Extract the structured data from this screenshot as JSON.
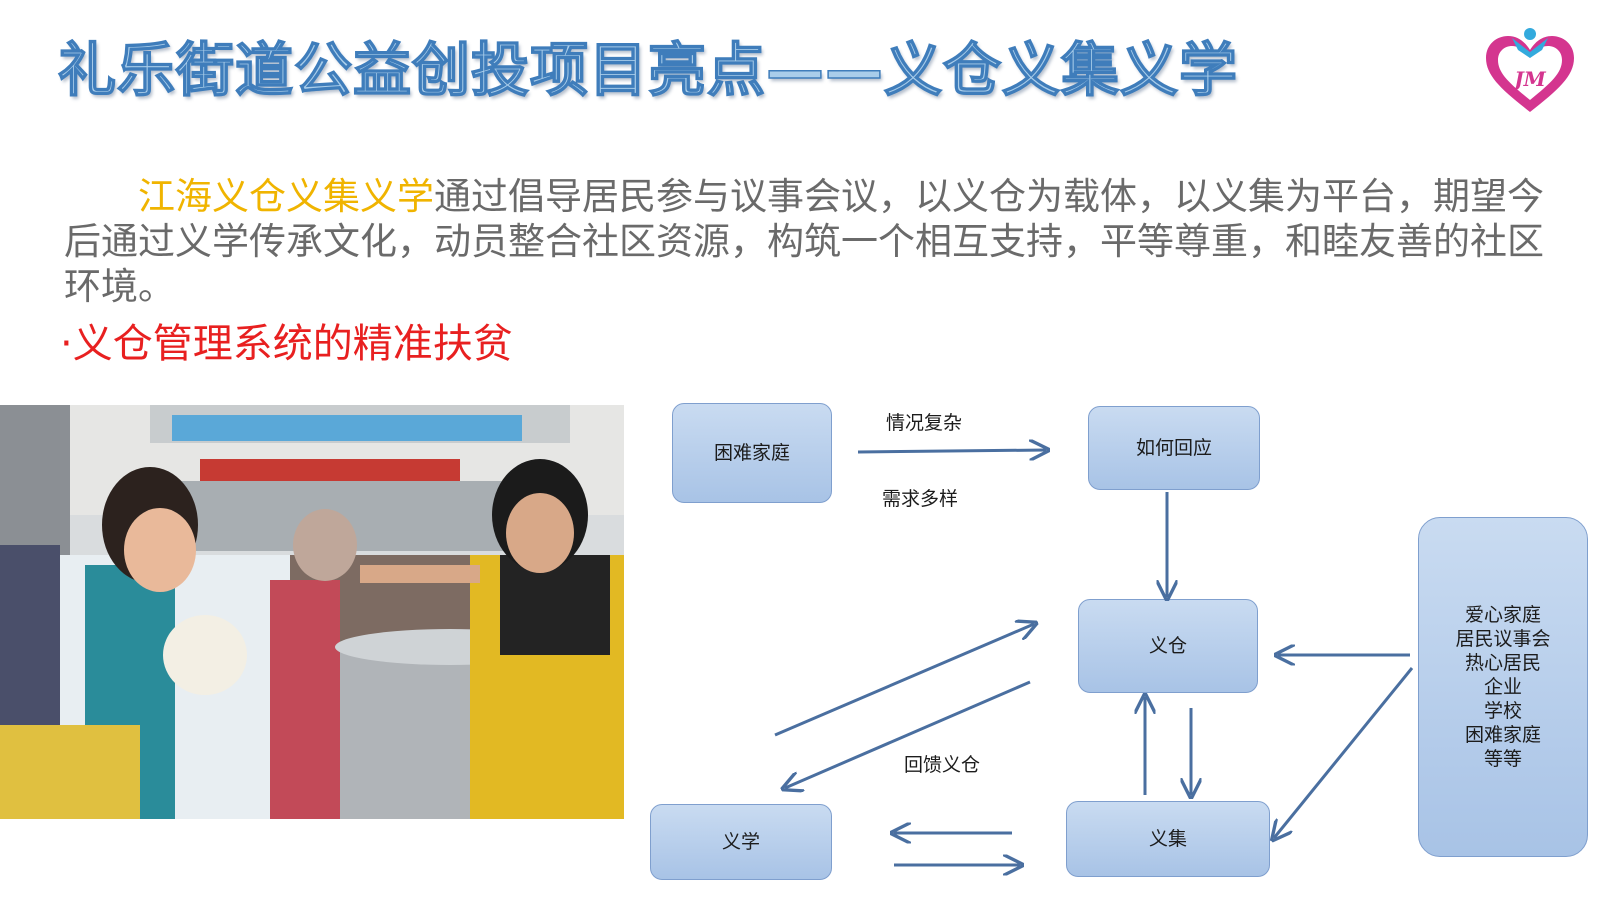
{
  "slide": {
    "title": "礼乐街道公益创投项目亮点——义仓义集义学",
    "logo_text": "JM",
    "intro_highlight": "江海义仓义集义学",
    "intro_rest": "通过倡导居民参与议事会议，以义仓为载体，以义集为平台，期望今后通过义学传承文化，动员整合社区资源，构筑一个相互支持，平等尊重，和睦友善的社区环境。",
    "bullet": "·义仓管理系统的精准扶贫"
  },
  "diagram": {
    "nodes": {
      "hardship_family": "困难家庭",
      "how_respond": "如何回应",
      "yicang": "义仓",
      "yiji": "义集",
      "yixue": "义学",
      "contributors": [
        "爱心家庭",
        "居民议事会",
        "热心居民",
        "企业",
        "学校",
        "困难家庭",
        "等等"
      ]
    },
    "edge_labels": {
      "complex": "情况复杂",
      "diverse": "需求多样",
      "feedback": "回馈义仓"
    }
  },
  "colors": {
    "title_fill": "#a9cdea",
    "title_stroke": "#3f7dbb",
    "highlight": "#f0b400",
    "bullet": "#e82020",
    "node_fill": "#b8cfec",
    "arrow": "#4a6fa0"
  },
  "icons": {
    "logo": "heart-logo-icon",
    "photo": "volunteers-serving-food-photo"
  }
}
